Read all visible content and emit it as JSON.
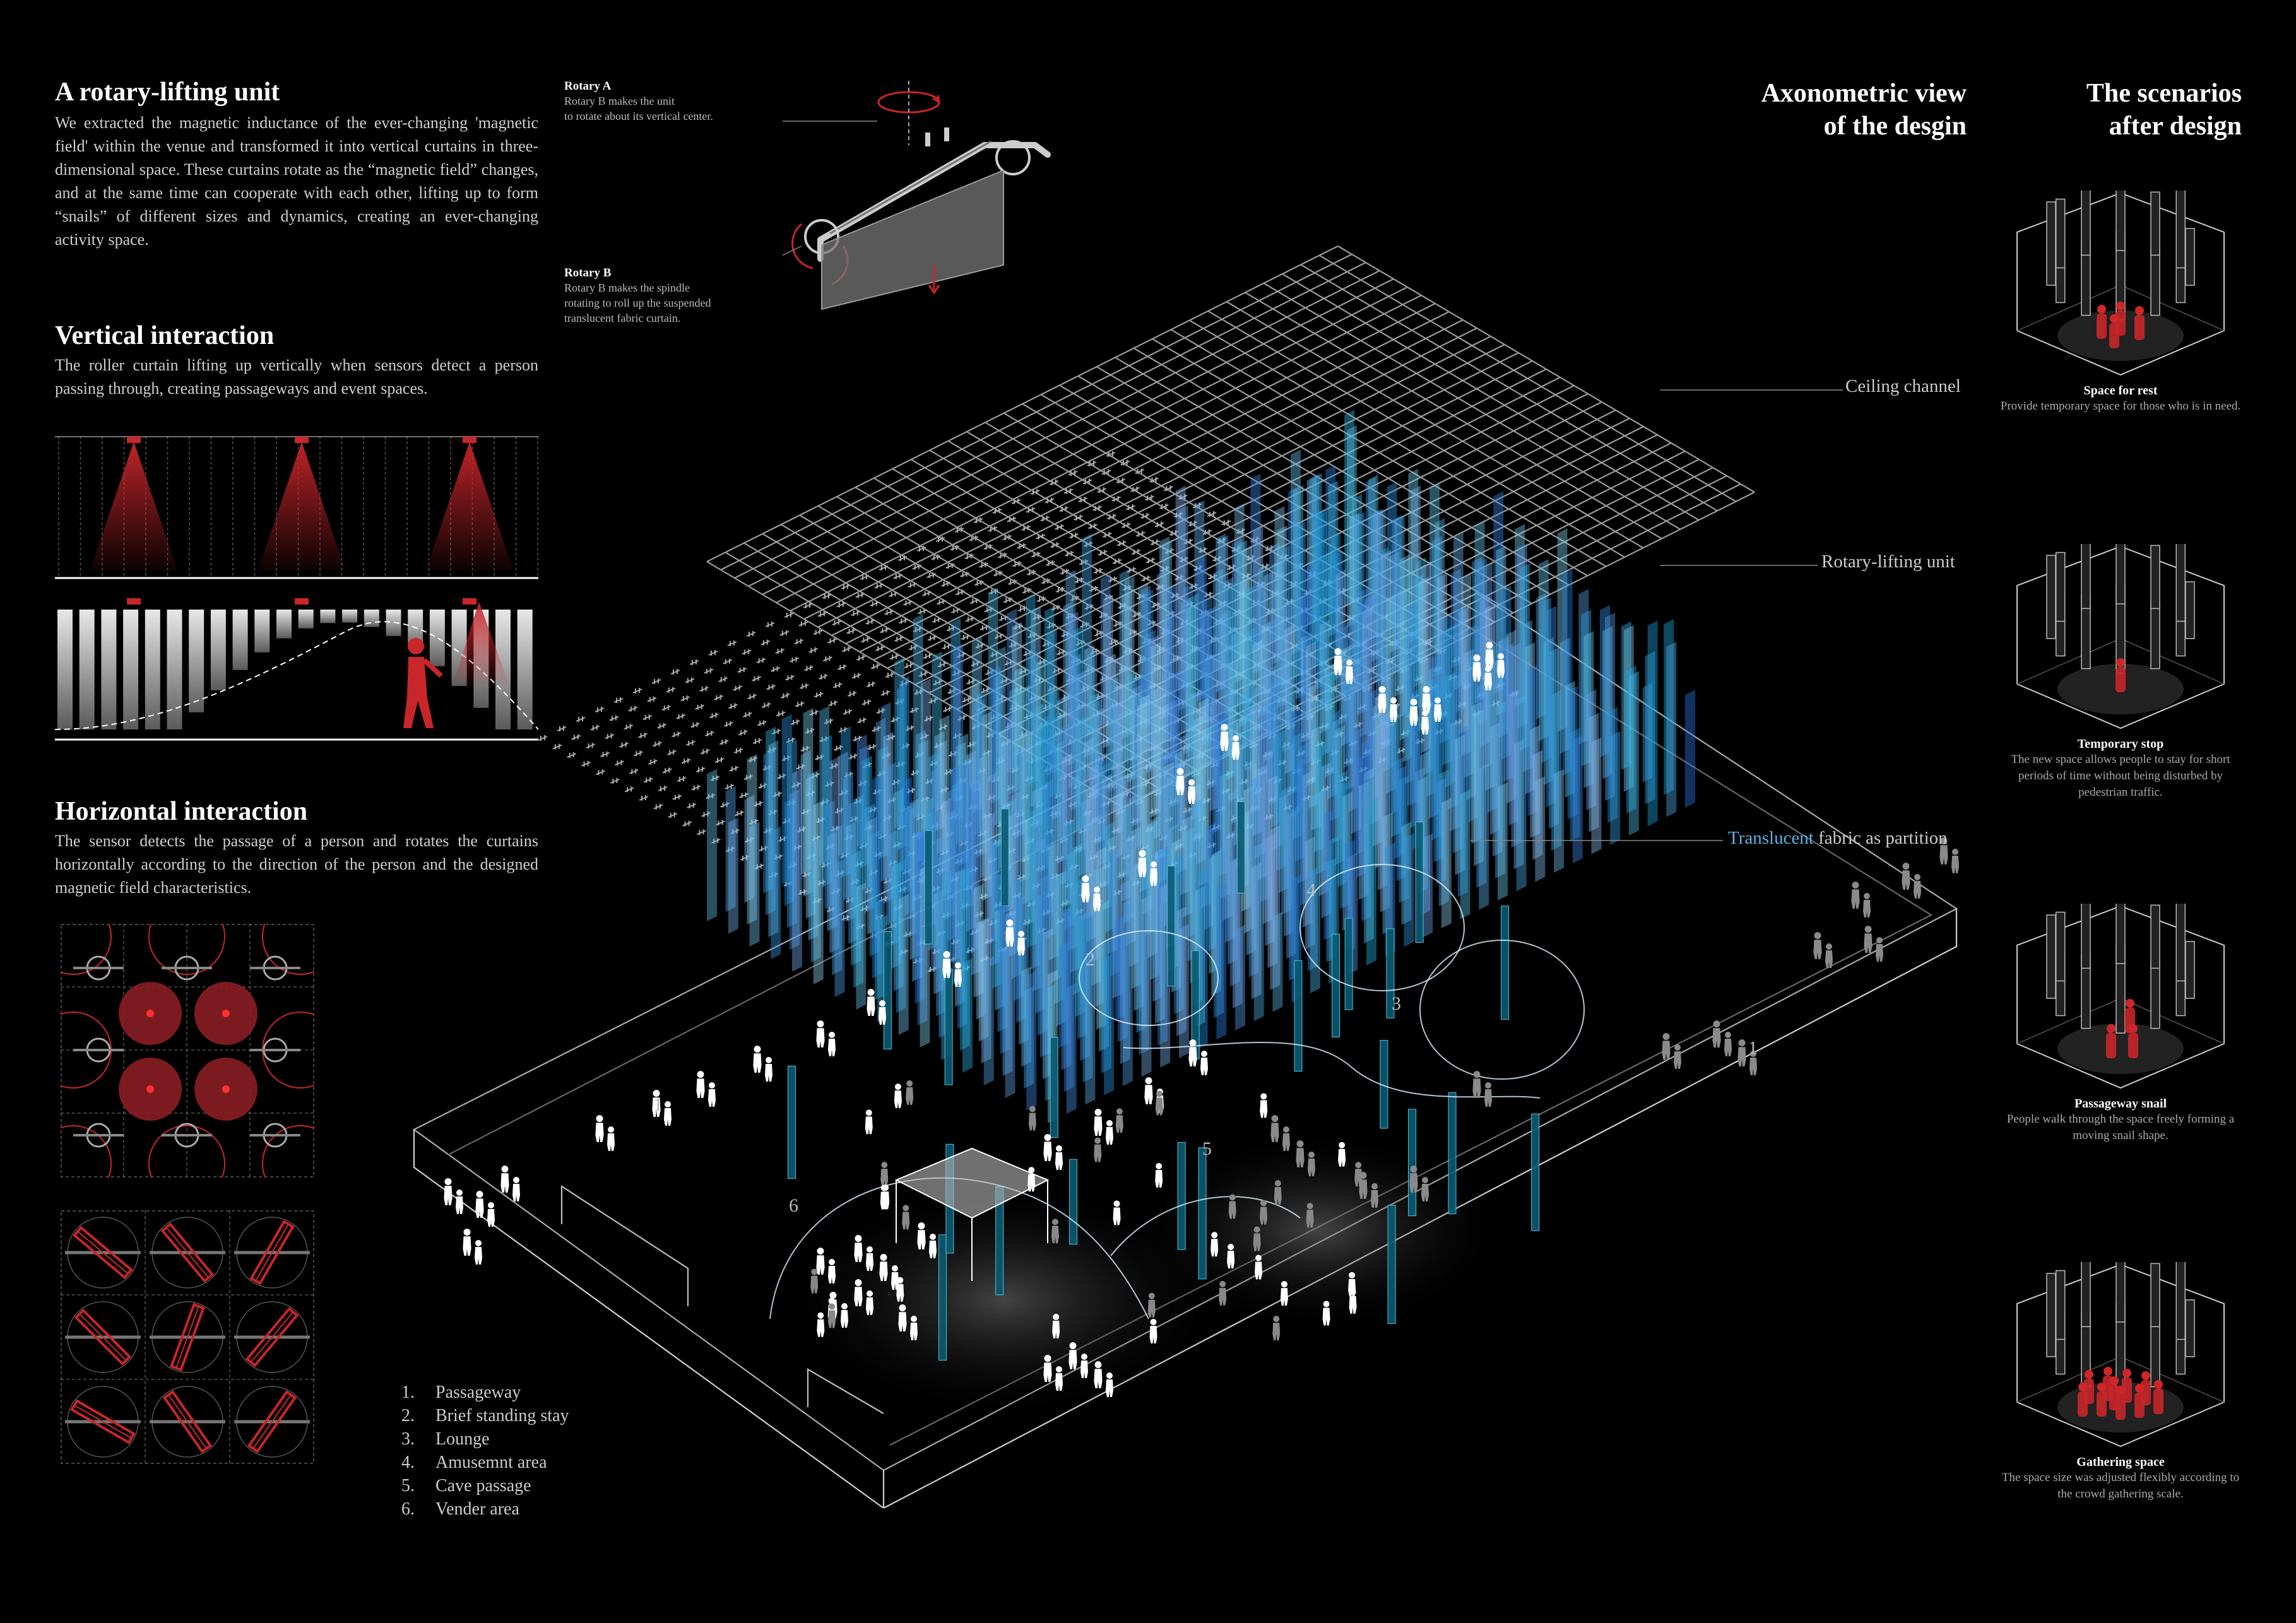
{
  "sections": {
    "rotary": {
      "title": "A rotary-lifting unit",
      "text": "We extracted the magnetic inductance of the ever-changing 'magnetic field' within the venue and transformed it into vertical curtains in three-dimensional space. These curtains rotate as the “magnetic field” changes, and at the same time can cooperate with each other, lifting up to form “snails” of different sizes and dynamics, creating an ever-changing activity space."
    },
    "vertical": {
      "title": "Vertical interaction",
      "text": "The roller curtain lifting up vertically when sensors  detect a person passing through, creating passageways and event spaces."
    },
    "horizontal": {
      "title": "Horizontal interaction",
      "text": "The sensor detects the passage of a person and rotates the curtains horizontally according to the direction of the person and the designed magnetic field characteristics."
    }
  },
  "unit_callouts": {
    "rotary_a": {
      "title": "Rotary A",
      "text1": "Rotary B makes the unit",
      "text2": " to rotate about its vertical center."
    },
    "rotary_b": {
      "title": "Rotary B",
      "text1": "Rotary B makes the spindle",
      "text2": "rotating to roll up the suspended",
      "text3": "translucent  fabric curtain."
    }
  },
  "axonometric": {
    "title_line1": "Axonometric view",
    "title_line2": "of the desgin",
    "layers": {
      "ceiling": "Ceiling channel",
      "unit": "Rotary-lifting unit",
      "partition_highlight": "Translucent",
      "partition_rest": " fabric as partition"
    },
    "zone_markers": [
      "1",
      "2",
      "3",
      "4",
      "5",
      "6",
      "1"
    ]
  },
  "legend": [
    {
      "num": "1.",
      "label": "Passageway"
    },
    {
      "num": "2.",
      "label": "Brief standing stay"
    },
    {
      "num": "3.",
      "label": "Lounge"
    },
    {
      "num": "4.",
      "label": "Amusemnt area"
    },
    {
      "num": "5.",
      "label": "Cave passage"
    },
    {
      "num": "6.",
      "label": "Vender area"
    }
  ],
  "scenarios": {
    "title_line1": "The scenarios",
    "title_line2": "after design",
    "items": [
      {
        "title": "Space for rest",
        "text": "Provide temporary space for those who is in need."
      },
      {
        "title": "Temporary stop",
        "text": "The new space allows people to stay for short periods of time without being disturbed by pedestrian traffic."
      },
      {
        "title": "Passageway snail",
        "text": "People walk through the space freely forming a moving snail shape."
      },
      {
        "title": "Gathering space",
        "text": "The space size was adjusted flexibly according to the crowd gathering scale."
      }
    ]
  },
  "colors": {
    "background": "#000000",
    "accent_red": "#c8262a",
    "curtain_blue": "#4fa9e6",
    "highlight_blue": "#5bb4e6"
  }
}
